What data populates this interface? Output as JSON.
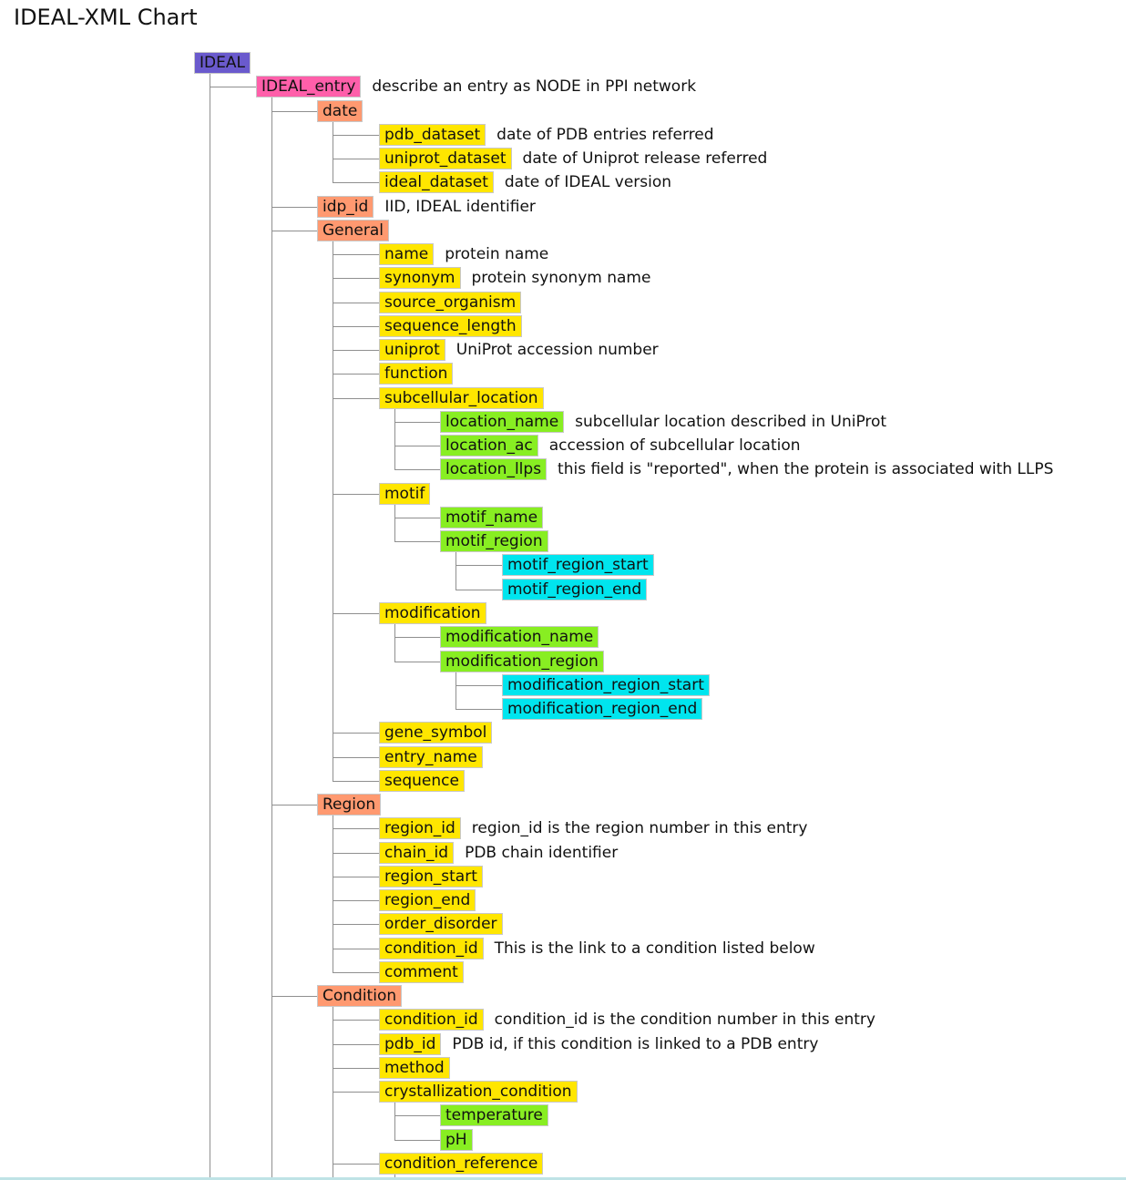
{
  "page": {
    "title": "IDEAL-XML Chart"
  },
  "level_colors": [
    "#6a5acd",
    "#ff5faa",
    "#ff9970",
    "#ffe600",
    "#88ee22",
    "#00e5ee"
  ],
  "tree": [
    {
      "label": "IDEAL",
      "level": 0
    },
    {
      "label": "IDEAL_entry",
      "level": 1,
      "desc": "describe an entry as NODE in PPI network"
    },
    {
      "label": "date",
      "level": 2
    },
    {
      "label": "pdb_dataset",
      "level": 3,
      "desc": "date of PDB entries referred"
    },
    {
      "label": "uniprot_dataset",
      "level": 3,
      "desc": "date of Uniprot release referred"
    },
    {
      "label": "ideal_dataset",
      "level": 3,
      "desc": "date of IDEAL version"
    },
    {
      "label": "idp_id",
      "level": 2,
      "desc": "IID, IDEAL identifier"
    },
    {
      "label": "General",
      "level": 2
    },
    {
      "label": "name",
      "level": 3,
      "desc": "protein name"
    },
    {
      "label": "synonym",
      "level": 3,
      "desc": "protein synonym name"
    },
    {
      "label": "source_organism",
      "level": 3
    },
    {
      "label": "sequence_length",
      "level": 3
    },
    {
      "label": "uniprot",
      "level": 3,
      "desc": "UniProt accession number"
    },
    {
      "label": "function",
      "level": 3
    },
    {
      "label": "subcellular_location",
      "level": 3
    },
    {
      "label": "location_name",
      "level": 4,
      "desc": "subcellular location described in UniProt"
    },
    {
      "label": "location_ac",
      "level": 4,
      "desc": "accession of subcellular location"
    },
    {
      "label": "location_llps",
      "level": 4,
      "desc": "this field is \"reported\", when the protein is associated with LLPS"
    },
    {
      "label": "motif",
      "level": 3
    },
    {
      "label": "motif_name",
      "level": 4
    },
    {
      "label": "motif_region",
      "level": 4
    },
    {
      "label": "motif_region_start",
      "level": 5
    },
    {
      "label": "motif_region_end",
      "level": 5
    },
    {
      "label": "modification",
      "level": 3
    },
    {
      "label": "modification_name",
      "level": 4
    },
    {
      "label": "modification_region",
      "level": 4
    },
    {
      "label": "modification_region_start",
      "level": 5
    },
    {
      "label": "modification_region_end",
      "level": 5
    },
    {
      "label": "gene_symbol",
      "level": 3
    },
    {
      "label": "entry_name",
      "level": 3
    },
    {
      "label": "sequence",
      "level": 3
    },
    {
      "label": "Region",
      "level": 2
    },
    {
      "label": "region_id",
      "level": 3,
      "desc": "region_id is the region number in this entry"
    },
    {
      "label": "chain_id",
      "level": 3,
      "desc": "PDB chain identifier"
    },
    {
      "label": "region_start",
      "level": 3
    },
    {
      "label": "region_end",
      "level": 3
    },
    {
      "label": "order_disorder",
      "level": 3
    },
    {
      "label": "condition_id",
      "level": 3,
      "desc": "This is the link to a condition listed below"
    },
    {
      "label": "comment",
      "level": 3
    },
    {
      "label": "Condition",
      "level": 2
    },
    {
      "label": "condition_id",
      "level": 3,
      "desc": "condition_id is the condition number in this entry"
    },
    {
      "label": "pdb_id",
      "level": 3,
      "desc": "PDB id, if this condition is linked to a PDB entry"
    },
    {
      "label": "method",
      "level": 3
    },
    {
      "label": "crystallization_condition",
      "level": 3
    },
    {
      "label": "temperature",
      "level": 4
    },
    {
      "label": "pH",
      "level": 4
    },
    {
      "label": "condition_reference",
      "level": 3
    }
  ]
}
